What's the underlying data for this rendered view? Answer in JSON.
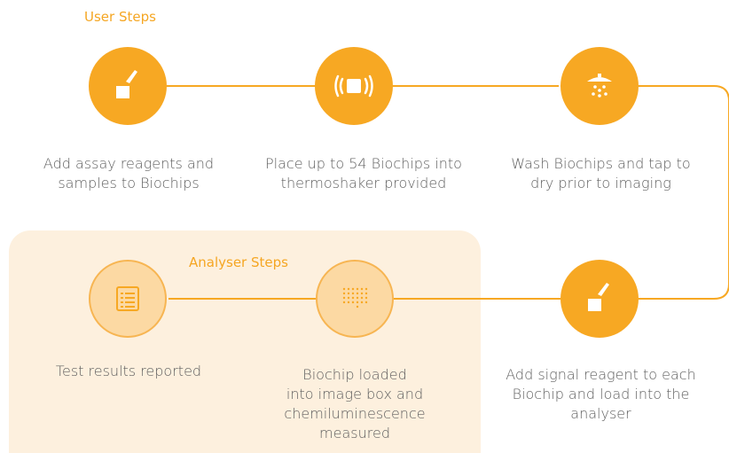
{
  "diagram": {
    "user_section_title": "User Steps",
    "analyser_section_title": "Analyser Steps",
    "colors": {
      "accent": "#f7a823",
      "accent_light": "#fcd9a3",
      "panel": "#fdf0de",
      "text": "#606060"
    },
    "steps": [
      {
        "icon": "pipette-icon",
        "lines": [
          "Add assay reagents and",
          "samples to Biochips"
        ]
      },
      {
        "icon": "vibration-icon",
        "lines": [
          "Place up to 54 Biochips into",
          "thermoshaker provided"
        ]
      },
      {
        "icon": "shower-icon",
        "lines": [
          "Wash Biochips and tap to",
          "dry prior to imaging"
        ]
      },
      {
        "icon": "pipette-icon",
        "lines": [
          "Add signal reagent to each",
          "Biochip and load into the",
          "analyser"
        ]
      },
      {
        "icon": "dot-grid-icon",
        "lines": [
          "Biochip loaded",
          "into image box and",
          "chemiluminescence",
          "measured"
        ]
      },
      {
        "icon": "list-icon",
        "lines": [
          "Test results reported"
        ]
      }
    ]
  }
}
